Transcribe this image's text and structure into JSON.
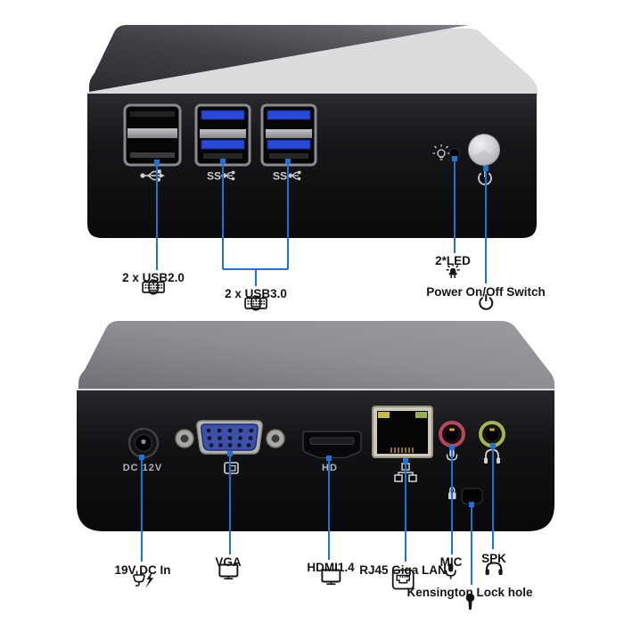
{
  "front_panel": {
    "ss_mark": "SS",
    "callouts": {
      "usb2": "2 x USB2.0",
      "usb3": "2 x USB3.0",
      "led": "2*LED",
      "power": "Power On/Off Switch"
    }
  },
  "rear_panel": {
    "dc_mark": "DC 12V",
    "hdmi_mark": "HD",
    "callouts": {
      "dc": "19V DC In",
      "vga": "VGA",
      "hdmi": "HDMI1.4",
      "lan": "RJ45 Giga LAN",
      "mic": "MIC",
      "spk": "SPK",
      "kensington": "Kensington Lock hole"
    }
  },
  "colors": {
    "annotation_blue": "#2171d3",
    "usb3_tab_blue": "#2948d6",
    "vga_blue": "#3f51a6",
    "mic_ring_red": "#b5485c",
    "spk_ring_green": "#a6b054",
    "lan_led_yellow": "#c5bb42",
    "lan_led_green": "#97b14e",
    "device_black": "#0c0c0e",
    "rim_silver": "#dcdcdf"
  },
  "icons": {
    "front_face": [
      "usb-trident-icon",
      "usb3-ss-icon",
      "usb3-ss-icon",
      "bulb-icon",
      "power-symbol-icon"
    ],
    "rear_face": [
      "display-icon",
      "network-nodes-icon",
      "microphone-icon",
      "headphones-icon",
      "padlock-icon"
    ],
    "callout_usb2": [
      "mouse-icon",
      "keyboard-icon"
    ],
    "callout_usb3": [
      "mouse-icon",
      "keyboard-icon"
    ],
    "callout_led": [
      "led-icon"
    ],
    "callout_power": [
      "power-icon"
    ],
    "callout_dc": [
      "power-plug-icon"
    ],
    "callout_vga": [
      "monitor-icon"
    ],
    "callout_hdmi": [
      "monitor-icon"
    ],
    "callout_lan": [
      "ethernet-port-icon"
    ],
    "callout_mic": [
      "microphone-icon"
    ],
    "callout_spk": [
      "headphones-icon"
    ],
    "callout_kensington": [
      "key-icon"
    ]
  }
}
